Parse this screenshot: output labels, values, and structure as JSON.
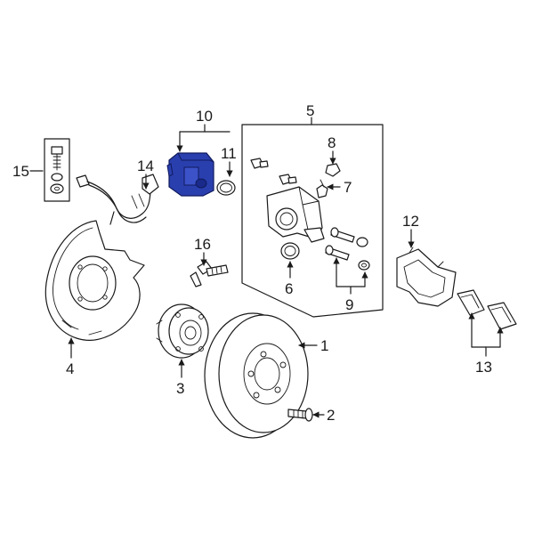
{
  "colors": {
    "line": "#1a1a1a",
    "highlight": "#2a3fae",
    "background": "#ffffff"
  },
  "callouts": {
    "c1": "1",
    "c2": "2",
    "c3": "3",
    "c4": "4",
    "c5": "5",
    "c6": "6",
    "c7": "7",
    "c8": "8",
    "c9": "9",
    "c10": "10",
    "c11": "11",
    "c12": "12",
    "c13": "13",
    "c14": "14",
    "c15": "15",
    "c16": "16"
  },
  "highlighted_part": "10"
}
